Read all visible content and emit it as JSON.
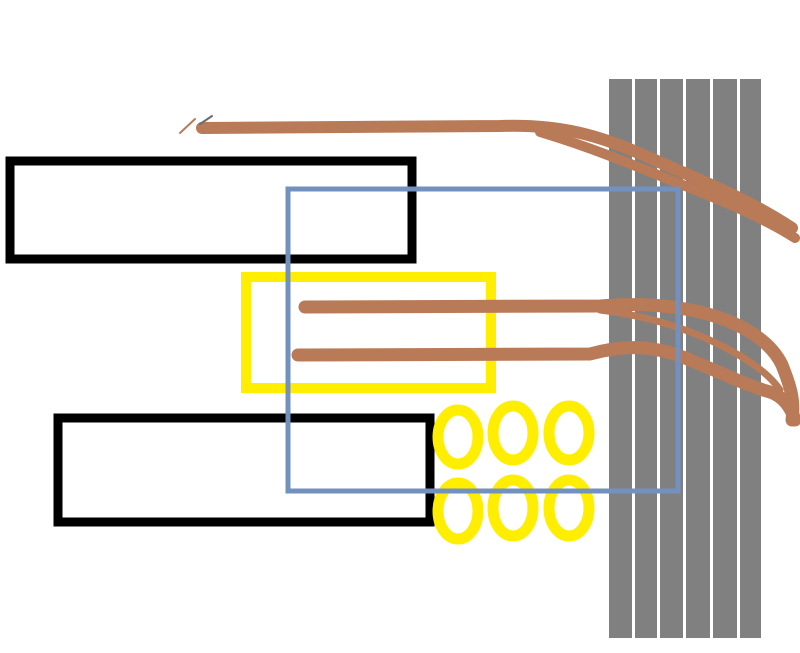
{
  "diagram": {
    "title": "",
    "text_labels": []
  },
  "colors": {
    "background": "#ffffff",
    "panel_outline": "#000000",
    "overlay_frame": "#7391bf",
    "highlight": "#ffee00",
    "cable": "#b97a57",
    "column": "#808080",
    "column_gap": "#ffffff"
  },
  "elements": {
    "panels": [
      "outlined-box",
      "outlined-box"
    ],
    "overlay": "outlined-box",
    "highlight_box": "outlined-box",
    "rings": {
      "rows": 2,
      "per_row": 3
    },
    "cables": 3,
    "columns": 6
  }
}
